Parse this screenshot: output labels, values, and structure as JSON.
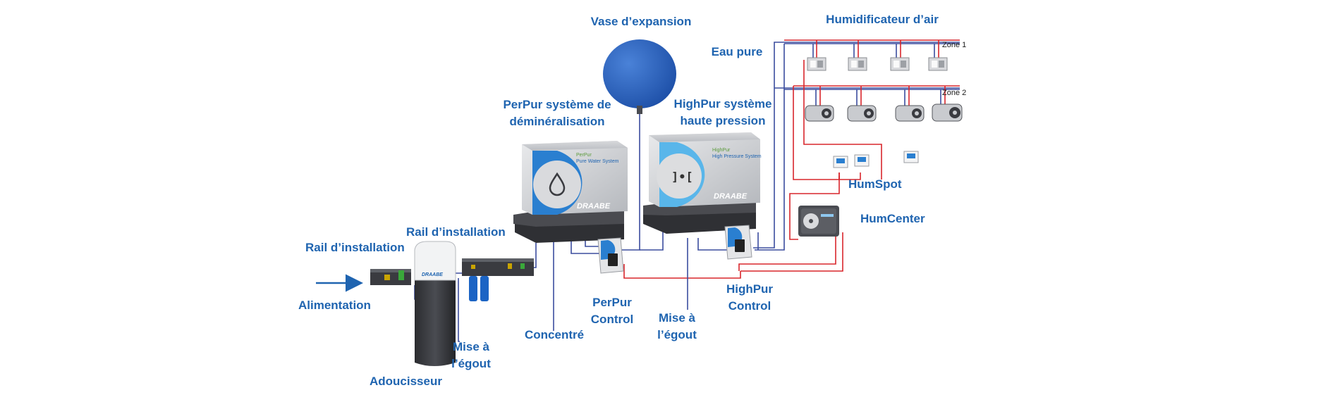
{
  "labels": {
    "vase": "Vase d’expansion",
    "humidificateur": "Humidificateur d’air",
    "eau_pure": "Eau pure",
    "zone1": "Zone 1",
    "zone2": "Zone 2",
    "perpur_l1": "PerPur système de",
    "perpur_l2": "déminéralisation",
    "highpur_l1": "HighPur système",
    "highpur_l2": "haute pression",
    "humspot": "HumSpot",
    "humcenter": "HumCenter",
    "rail1": "Rail d’installation",
    "rail2": "Rail d’installation",
    "alimentation": "Alimentation",
    "adoucisseur": "Adoucisseur",
    "mise_egout1_l1": "Mise à",
    "mise_egout1_l2": "l’égout",
    "mise_egout2_l1": "Mise à",
    "mise_egout2_l2": "l’égout",
    "concentre": "Concentré",
    "perpur_control_l1": "PerPur",
    "perpur_control_l2": "Control",
    "highpur_control_l1": "HighPur",
    "highpur_control_l2": "Control"
  },
  "device_text": {
    "brand": "DRAABE",
    "perpur_name": "PerPur",
    "perpur_sub": "Pure Water System",
    "highpur_name": "HighPur",
    "highpur_sub": "High Pressure System"
  },
  "colors": {
    "label_blue": "#1f64b0",
    "pipe_blue": "#3b4d9e",
    "pipe_red": "#d9262c",
    "accent_blue": "#2a7fd0",
    "light_blue": "#59b6ea"
  }
}
